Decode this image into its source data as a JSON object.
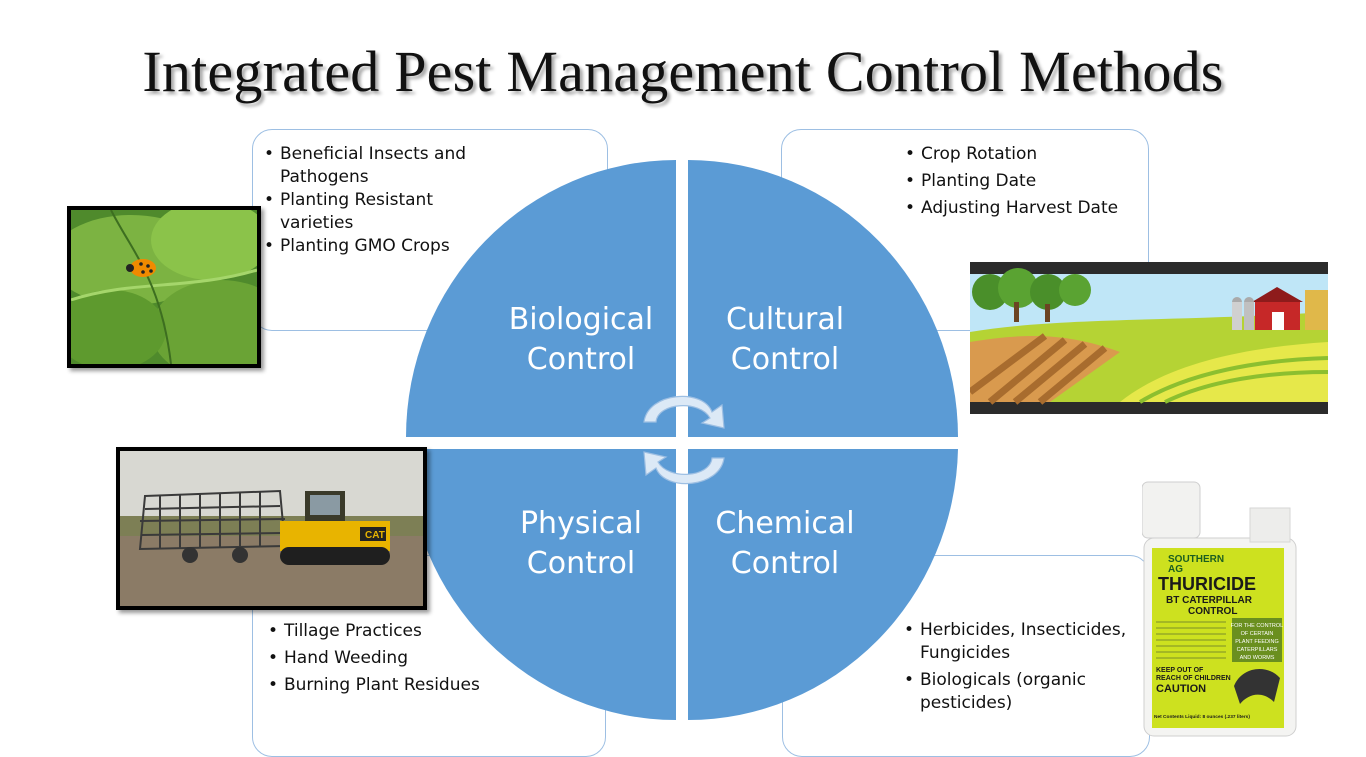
{
  "title": "Integrated Pest Management Control Methods",
  "quadrants": {
    "biological": {
      "label_line1": "Biological",
      "label_line2": "Control",
      "items": [
        "Beneficial Insects and Pathogens",
        "Planting Resistant varieties",
        "Planting GMO Crops"
      ]
    },
    "cultural": {
      "label_line1": "Cultural",
      "label_line2": "Control",
      "items": [
        "Crop Rotation",
        "Planting Date",
        "Adjusting Harvest Date"
      ]
    },
    "physical": {
      "label_line1": "Physical",
      "label_line2": "Control",
      "items": [
        "Tillage Practices",
        "Hand Weeding",
        "Burning Plant Residues"
      ]
    },
    "chemical": {
      "label_line1": "Chemical",
      "label_line2": "Control",
      "items": [
        "Herbicides, Insecticides, Fungicides",
        "Biologicals (organic pesticides)"
      ]
    }
  },
  "product": {
    "brand_line1": "SOUTHERN",
    "brand_line2": "AG",
    "name": "THURICIDE",
    "subtitle_line1": "BT CATERPILLAR",
    "subtitle_line2": "CONTROL",
    "side_note_line1": "FOR THE CONTROL",
    "side_note_line2": "OF CERTAIN",
    "side_note_line3": "PLANT FEEDING",
    "side_note_line4": "CATERPILLARS",
    "side_note_line5": "AND WORMS",
    "warning_line1": "KEEP OUT OF",
    "warning_line2": "REACH OF CHILDREN",
    "caution": "CAUTION",
    "net_contents": "Net Contents Liquid: 8 ounces (.237 liters)",
    "tractor_badge": "CAT"
  },
  "colors": {
    "quadrant_fill": "#5b9bd5",
    "box_border": "#9dbfe3",
    "arrow_fill": "#dce9f6"
  }
}
